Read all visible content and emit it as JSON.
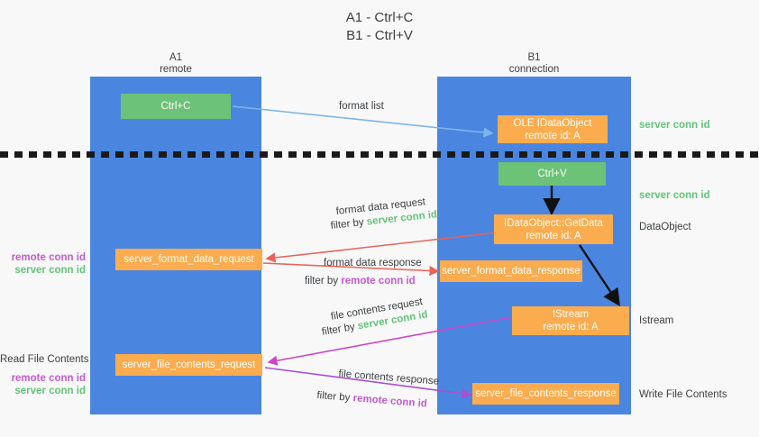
{
  "title": {
    "line1": "A1 - Ctrl+C",
    "line2": "B1 - Ctrl+V"
  },
  "columns": [
    {
      "name": "A1",
      "sub": "remote"
    },
    {
      "name": "B1",
      "sub": "connection"
    }
  ],
  "colors": {
    "lane": "#4a86e0",
    "green_box": "#6cc276",
    "orange_box": "#fbac4e",
    "server_conn": "#63c378",
    "remote_conn": "#c45ad0",
    "arrow_blue": "#7fb5e8",
    "arrow_red": "#e8625a",
    "arrow_magenta": "#cc47c6",
    "arrow_purple": "#a94fd1",
    "arrow_black": "#111111",
    "divider": "#1a1a1a",
    "text": "#3c4043",
    "background": "#f8f8f8"
  },
  "nodes": {
    "ctrl_c": {
      "label": "Ctrl+C"
    },
    "ole_idataobject": {
      "line1": "OLE IDataObject",
      "line2": "remote id: A"
    },
    "ctrl_v": {
      "label": "Ctrl+V"
    },
    "getdata": {
      "line1": "IDataObject::GetData",
      "line2": "remote id: A"
    },
    "istream": {
      "line1": "IStream",
      "line2": "remote id: A"
    },
    "server_format_data_request": {
      "label": "server_format_data_request"
    },
    "server_format_data_response": {
      "label": "server_format_data_response"
    },
    "server_file_contents_request": {
      "label": "server_file_contents_request"
    },
    "server_file_contents_response": {
      "label": "server_file_contents_response"
    }
  },
  "arrow_labels": {
    "format_list": "format list",
    "format_data_request": "format data request",
    "format_data_request_filter_prefix": "filter by ",
    "format_data_request_filter_value": "server conn id",
    "format_data_response": "format data response",
    "format_data_response_filter_prefix": "filter by ",
    "format_data_response_filter_value": "remote conn id",
    "file_contents_request": "file contents request",
    "file_contents_request_filter_prefix": "filter by ",
    "file_contents_request_filter_value": "server conn id",
    "file_contents_response": "file contents response",
    "file_contents_response_filter_prefix": "filter by ",
    "file_contents_response_filter_value": "remote conn id"
  },
  "right_annotations": {
    "server_conn_top": "server conn id",
    "server_conn_mid": "server conn id",
    "dataobject": "DataObject",
    "istream": "Istream",
    "write_file_contents": "Write File Contents"
  },
  "left_annotations": {
    "remote_conn_upper": "remote conn id",
    "server_conn_upper": "server conn id",
    "read_file_contents": "Read File Contents",
    "remote_conn_lower": "remote conn id",
    "server_conn_lower": "server conn id"
  }
}
